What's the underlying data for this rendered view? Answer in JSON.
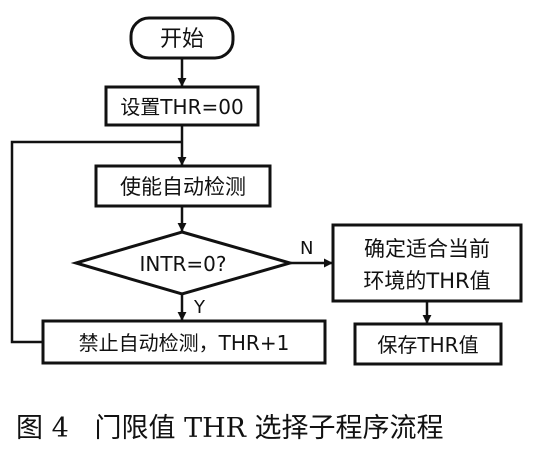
{
  "flowchart": {
    "start": "开始",
    "set_thr": "设置THR=00",
    "enable_auto_detect": "使能自动检测",
    "decision": "INTR=0?",
    "branch_no": "N",
    "branch_yes": "Y",
    "determine_line1": "确定适合当前",
    "determine_line2": "环境的THR值",
    "disable_auto_detect": "禁止自动检测，THR+1",
    "save_thr": "保存THR值"
  },
  "caption": "图 4   门限值 THR 选择子程序流程"
}
